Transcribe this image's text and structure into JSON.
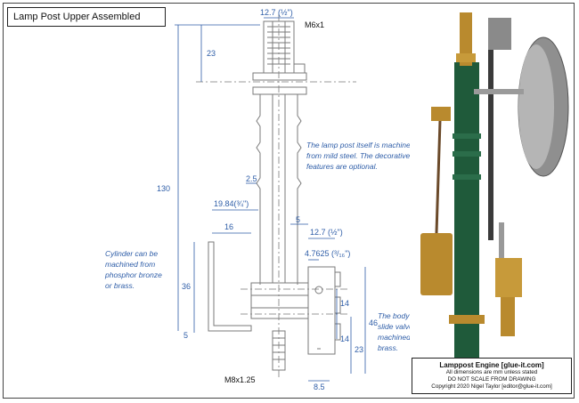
{
  "title": "Lamp Post Upper Assembled",
  "dimensions": {
    "top_width": "12.7 (½\")",
    "top_thread": "M6x1",
    "top_len": "23",
    "overall": "130",
    "groove": "2.5",
    "collar_w": "19.84(¾\")",
    "cyl_half": "16",
    "valve_off": "5",
    "valve_w": "12.7 (½\")",
    "port": "4.7625 (³/₁₆\")",
    "cyl_h": "36",
    "cyl_base": "5",
    "port_sp1": "14",
    "port_sp2": "14",
    "valve_h": "23",
    "total_valve": "46",
    "bottom_thread": "M8x1.25",
    "bottom_w": "8.5"
  },
  "notes": {
    "lamppost": [
      "The lamp post itself is machined",
      "from mild steel. The decorative",
      "features are optional."
    ],
    "cylinder": [
      "Cylinder can be",
      "machined from",
      "phosphor bronze",
      "or brass."
    ],
    "valve": [
      "The body of the",
      "slide valve was",
      "machined from",
      "brass."
    ]
  },
  "info": {
    "name": "Lamppost Engine [glue-it.com]",
    "line1": "All dimensions are mm unless stated",
    "line2": "DO NOT SCALE FROM DRAWING",
    "line3": "Copyright 2020 Nigel Taylor [editor@glue-it.com]"
  },
  "colors": {
    "dimension": "#2f5ea8",
    "engine_green": "#1f5a3a",
    "brass": "#b98a2e"
  }
}
